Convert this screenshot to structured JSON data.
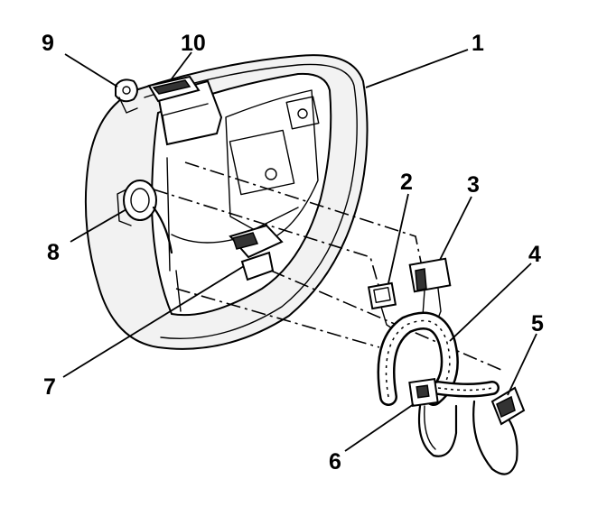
{
  "callouts": [
    {
      "id": "callout-1",
      "number": "1"
    },
    {
      "id": "callout-2",
      "number": "2"
    },
    {
      "id": "callout-3",
      "number": "3"
    },
    {
      "id": "callout-4",
      "number": "4"
    },
    {
      "id": "callout-5",
      "number": "5"
    },
    {
      "id": "callout-6",
      "number": "6"
    },
    {
      "id": "callout-7",
      "number": "7"
    },
    {
      "id": "callout-8",
      "number": "8"
    },
    {
      "id": "callout-9",
      "number": "9"
    },
    {
      "id": "callout-10",
      "number": "10"
    }
  ]
}
